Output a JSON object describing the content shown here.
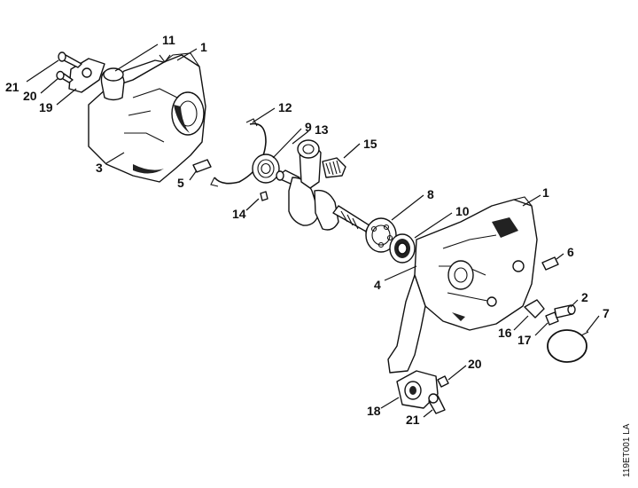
{
  "drawing_code": "119ET001 LA",
  "callouts": [
    {
      "id": "c11a",
      "label": "11"
    },
    {
      "id": "c1a",
      "label": "1"
    },
    {
      "id": "c21a",
      "label": "21"
    },
    {
      "id": "c20a",
      "label": "20"
    },
    {
      "id": "c19",
      "label": "19"
    },
    {
      "id": "c12",
      "label": "12"
    },
    {
      "id": "c9",
      "label": "9"
    },
    {
      "id": "c13",
      "label": "13"
    },
    {
      "id": "c15",
      "label": "15"
    },
    {
      "id": "c3",
      "label": "3"
    },
    {
      "id": "c5",
      "label": "5"
    },
    {
      "id": "c8",
      "label": "8"
    },
    {
      "id": "c1b",
      "label": "1"
    },
    {
      "id": "c10",
      "label": "10"
    },
    {
      "id": "c14",
      "label": "14"
    },
    {
      "id": "c6",
      "label": "6"
    },
    {
      "id": "c4",
      "label": "4"
    },
    {
      "id": "c2",
      "label": "2"
    },
    {
      "id": "c7",
      "label": "7"
    },
    {
      "id": "c16",
      "label": "16"
    },
    {
      "id": "c17",
      "label": "17"
    },
    {
      "id": "c20b",
      "label": "20"
    },
    {
      "id": "c18",
      "label": "18"
    },
    {
      "id": "c21b",
      "label": "21"
    }
  ]
}
